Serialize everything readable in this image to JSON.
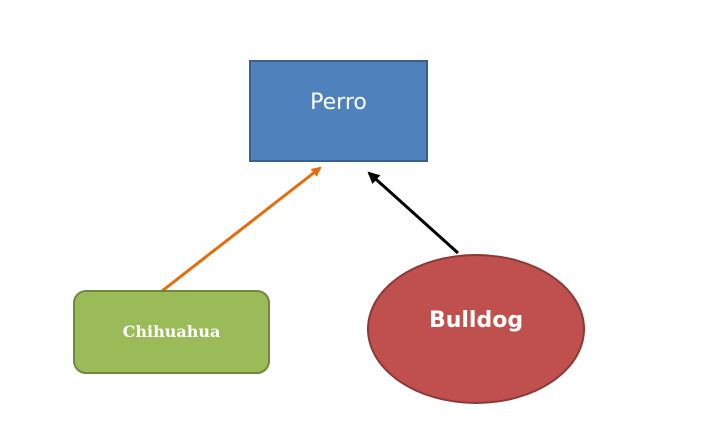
{
  "diagram": {
    "nodes": {
      "parent": {
        "label": "Perro",
        "fill": "#4f81bd",
        "shape": "rectangle"
      },
      "child_left": {
        "label": "Chihuahua",
        "fill": "#9bbb59",
        "shape": "rounded-rectangle"
      },
      "child_right": {
        "label": "Bulldog",
        "fill": "#c0504d",
        "shape": "ellipse"
      }
    },
    "edges": [
      {
        "from": "Chihuahua",
        "to": "Perro",
        "color": "#e46c0a"
      },
      {
        "from": "Bulldog",
        "to": "Perro",
        "color": "#000000"
      }
    ]
  }
}
